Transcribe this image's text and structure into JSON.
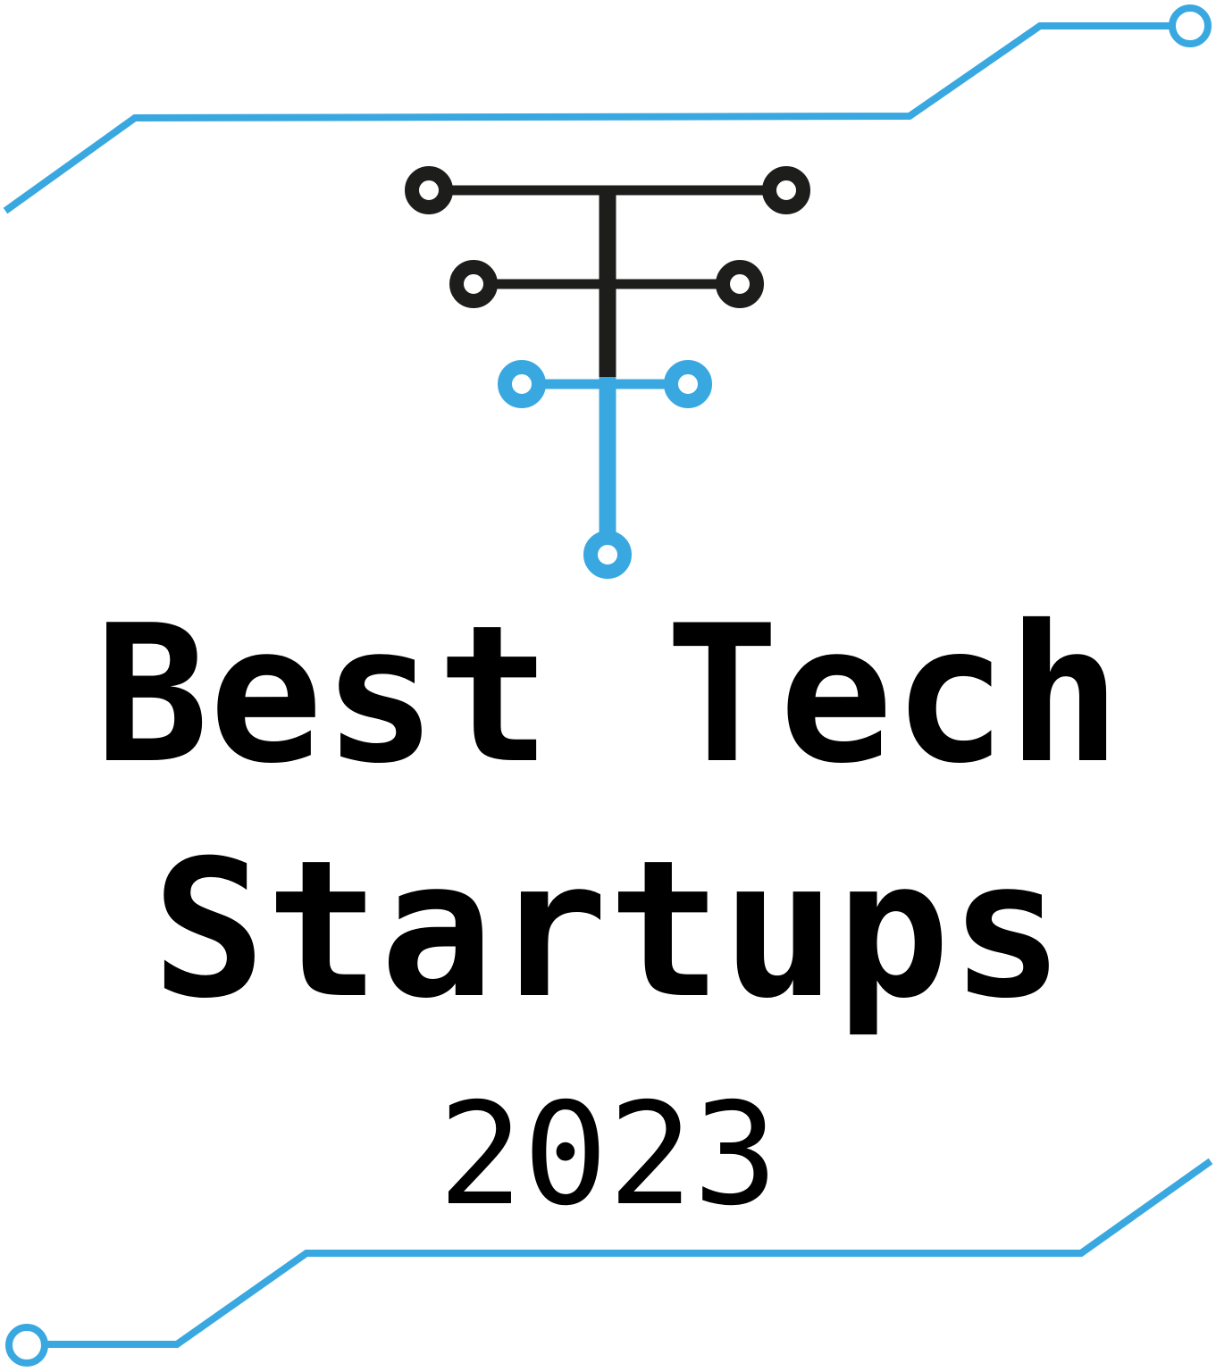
{
  "badge": {
    "title_line_1": "Best Tech",
    "title_line_2": "Startups",
    "year": "2023"
  },
  "colors": {
    "accent": "#3AA8E0",
    "ink": "#1D1D1B",
    "text": "#000000",
    "background": "#FFFFFF"
  },
  "icons": {
    "logo": "circuit-tree-logo-icon",
    "top_trace": "circuit-trace-icon",
    "bottom_trace": "circuit-trace-icon"
  }
}
